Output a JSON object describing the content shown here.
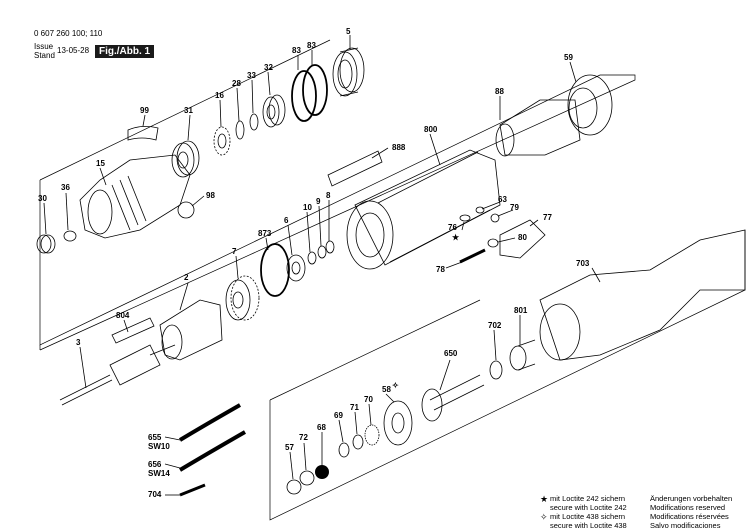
{
  "header": {
    "doc_number": "0 607 260 100; 110",
    "issue_label": "Issue",
    "stand_label": "Stand",
    "issue_date": "13-05-28",
    "figure_label": "Fig./Abb. 1"
  },
  "parts": [
    {
      "id": "5",
      "label": "5"
    },
    {
      "id": "83a",
      "label": "83"
    },
    {
      "id": "83b",
      "label": "83"
    },
    {
      "id": "32",
      "label": "32"
    },
    {
      "id": "33",
      "label": "33"
    },
    {
      "id": "28",
      "label": "28"
    },
    {
      "id": "16",
      "label": "16"
    },
    {
      "id": "31",
      "label": "31"
    },
    {
      "id": "99",
      "label": "99"
    },
    {
      "id": "15",
      "label": "15"
    },
    {
      "id": "36",
      "label": "36"
    },
    {
      "id": "30",
      "label": "30"
    },
    {
      "id": "98",
      "label": "98"
    },
    {
      "id": "59",
      "label": "59"
    },
    {
      "id": "88",
      "label": "88"
    },
    {
      "id": "800",
      "label": "800"
    },
    {
      "id": "888",
      "label": "888"
    },
    {
      "id": "873",
      "label": "873"
    },
    {
      "id": "6",
      "label": "6"
    },
    {
      "id": "10",
      "label": "10"
    },
    {
      "id": "9",
      "label": "9"
    },
    {
      "id": "8",
      "label": "8"
    },
    {
      "id": "7",
      "label": "7"
    },
    {
      "id": "2",
      "label": "2"
    },
    {
      "id": "804",
      "label": "804"
    },
    {
      "id": "3",
      "label": "3"
    },
    {
      "id": "63",
      "label": "63"
    },
    {
      "id": "79",
      "label": "79"
    },
    {
      "id": "77",
      "label": "77"
    },
    {
      "id": "76",
      "label": "76"
    },
    {
      "id": "80",
      "label": "80"
    },
    {
      "id": "78",
      "label": "78"
    },
    {
      "id": "703",
      "label": "703"
    },
    {
      "id": "801",
      "label": "801"
    },
    {
      "id": "702",
      "label": "702"
    },
    {
      "id": "650",
      "label": "650"
    },
    {
      "id": "58",
      "label": "58"
    },
    {
      "id": "70",
      "label": "70"
    },
    {
      "id": "71",
      "label": "71"
    },
    {
      "id": "69",
      "label": "69"
    },
    {
      "id": "68",
      "label": "68"
    },
    {
      "id": "72",
      "label": "72"
    },
    {
      "id": "57",
      "label": "57"
    },
    {
      "id": "655",
      "label": "655",
      "sub": "SW10"
    },
    {
      "id": "656",
      "label": "656",
      "sub": "SW14"
    },
    {
      "id": "704",
      "label": "704"
    }
  ],
  "legend": {
    "loctite242_de": "mit Loctite 242 sichern",
    "loctite242_en": "secure with Loctite 242",
    "loctite438_de": "mit Loctite 438 sichern",
    "loctite438_en": "secure with Loctite 438",
    "mod_de": "Änderungen vorbehalten",
    "mod_en": "Modifications reserved",
    "mod_fr": "Modifications réservées",
    "mod_es": "Salvo modificaciones",
    "star_symbol": "★",
    "diamond_symbol": "✧"
  }
}
